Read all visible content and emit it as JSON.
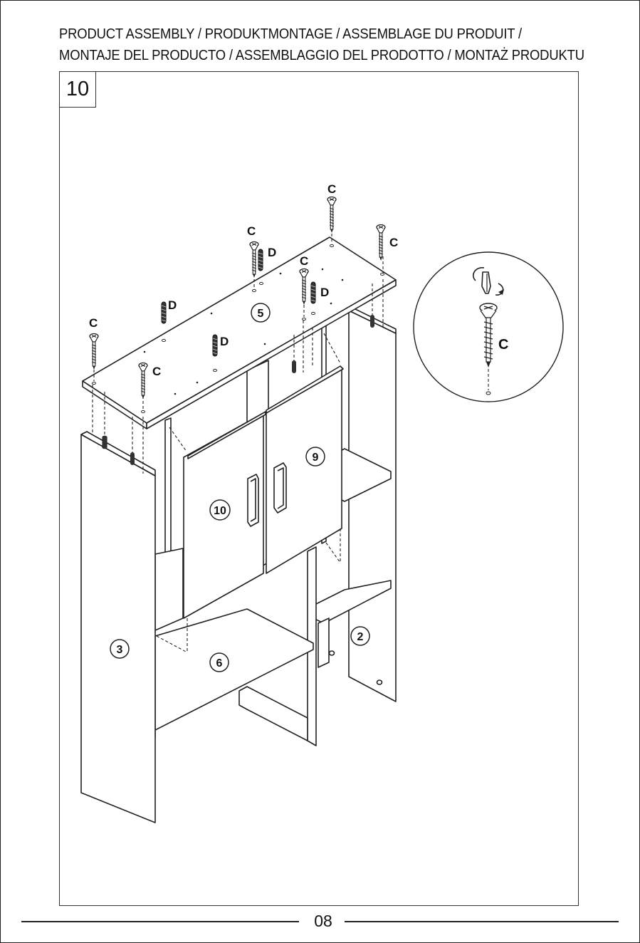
{
  "header": {
    "title_line1": "PRODUCT ASSEMBLY / PRODUKTMONTAGE / ASSEMBLAGE DU PRODUIT /",
    "title_line2": "MONTAJE DEL PRODUCTO / ASSEMBLAGGIO DEL PRODOTTO / MONTAŻ PRODUKTU"
  },
  "step": {
    "number": "10"
  },
  "hardware_labels": {
    "screw": "C",
    "dowel": "D"
  },
  "part_numbers": {
    "top_panel": "5",
    "right_door": "9",
    "left_door": "10",
    "left_side_panel": "3",
    "right_side_panel": "2",
    "shelf": "6"
  },
  "detail": {
    "label": "C"
  },
  "footer": {
    "page_number": "08"
  }
}
